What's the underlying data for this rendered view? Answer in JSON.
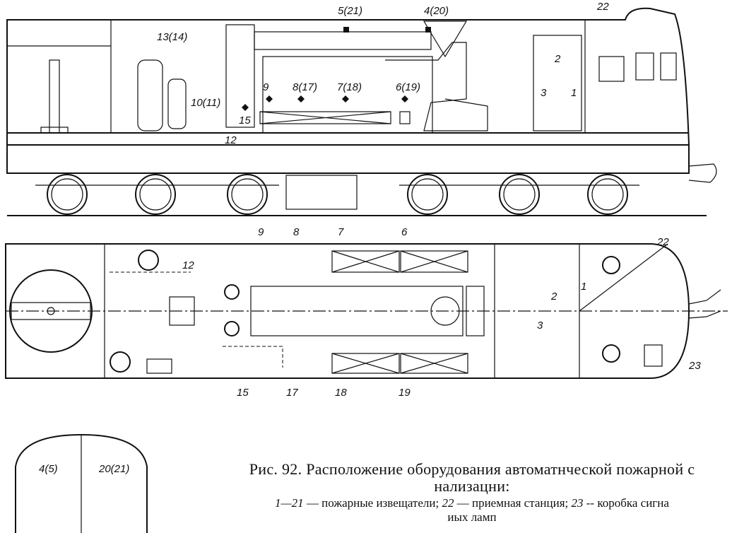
{
  "figure": {
    "title_line1": "Рис. 92. Расположение оборудования автоматнческой пожарной с",
    "title_line2": "нализацни:",
    "legend": [
      {
        "key": "1—21",
        "text": " — пожарные извещатели; "
      },
      {
        "key": "22",
        "text": " — приемная станция; "
      },
      {
        "key": "23",
        "text": " -- коробка сигна"
      }
    ],
    "legend_line2": "иых ламп"
  },
  "side_view_labels": {
    "l5_21": "5(21)",
    "l4_20": "4(20)",
    "l22": "22",
    "l13_14": "13(14)",
    "l2": "2",
    "l3": "3",
    "l1": "1",
    "l9": "9",
    "l8_17": "8(17)",
    "l7_18": "7(18)",
    "l6_19": "6(19)",
    "l10_11": "10(11)",
    "l15": "15",
    "l12": "12"
  },
  "plan_view_labels": {
    "l9": "9",
    "l8": "8",
    "l7": "7",
    "l6": "6",
    "l22": "22",
    "l12": "12",
    "l1": "1",
    "l2": "2",
    "l3": "3",
    "l23": "23",
    "l15": "15",
    "l17": "17",
    "l18": "18",
    "l19": "19"
  },
  "section_labels": {
    "l4_5": "4(5)",
    "l20_21": "20(21)"
  }
}
